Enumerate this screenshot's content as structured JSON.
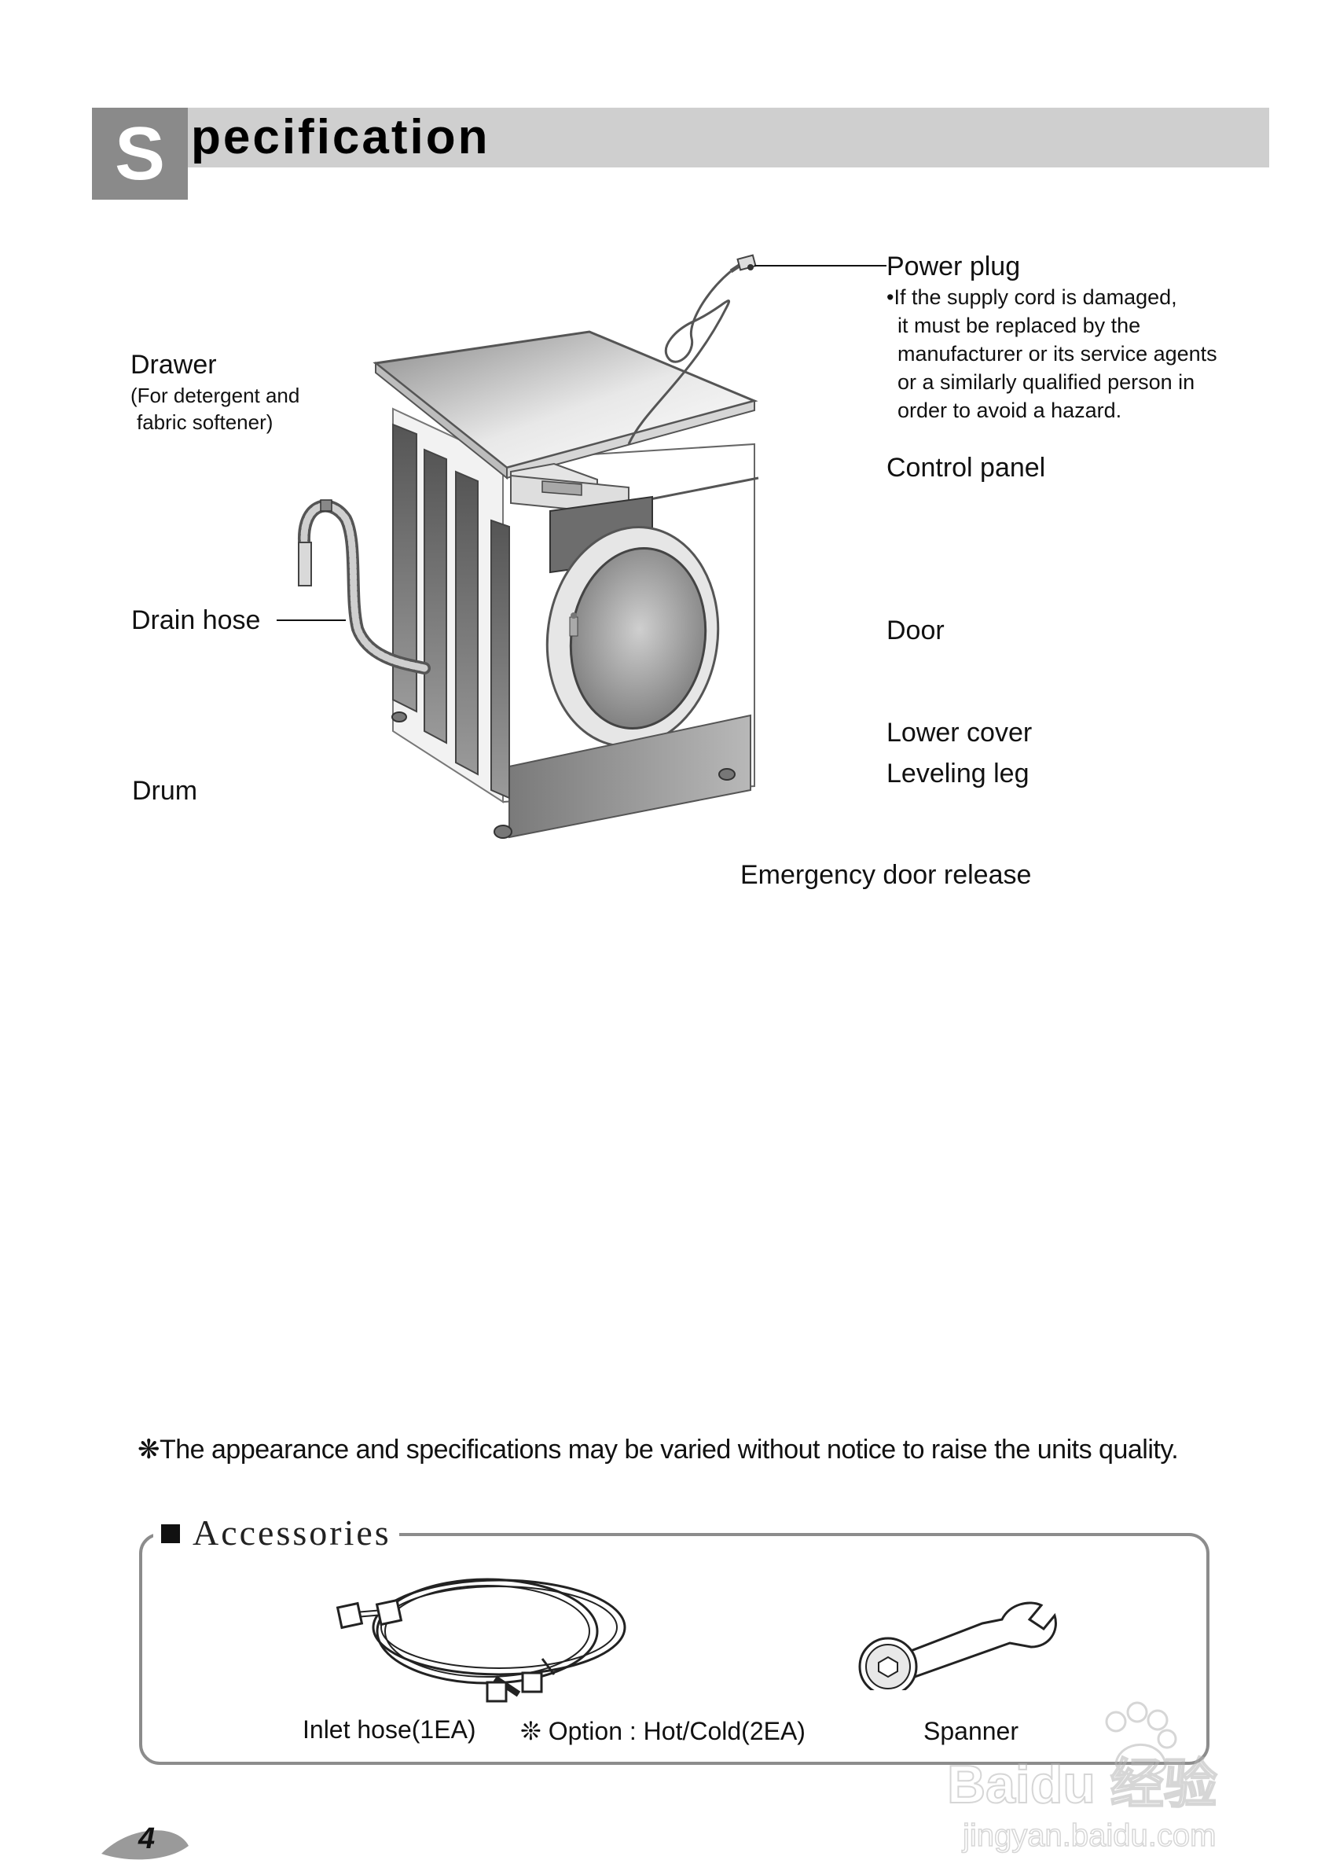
{
  "header": {
    "initial": "S",
    "rest": "pecification"
  },
  "labels": {
    "power_plug": "Power plug",
    "power_note": [
      "•If the supply cord is damaged,",
      "it must be replaced by the",
      "manufacturer or its service agents",
      "or a similarly qualified person in",
      "order to avoid a hazard."
    ],
    "drawer": "Drawer",
    "drawer_note_1": "(For detergent and",
    "drawer_note_2": "fabric softener)",
    "control_panel": "Control panel",
    "drain_hose": "Drain hose",
    "door": "Door",
    "lower_cover": "Lower cover",
    "leveling_leg": "Leveling leg",
    "drum": "Drum",
    "emergency_door_release": "Emergency door release"
  },
  "footnote": "❋The appearance and specifications may be varied without notice to raise the units quality.",
  "accessories": {
    "title": "Accessories",
    "inlet_hose": "Inlet hose(1EA)",
    "option": "❊ Option : Hot/Cold(2EA)",
    "spanner": "Spanner"
  },
  "page_number": "4",
  "watermark": {
    "brand": "Baidu 经验",
    "url": "jingyan.baidu.com"
  },
  "colors": {
    "header_bar": "#cfcfcf",
    "header_s_block": "#8a8a8a",
    "box_border": "#8c8c8c"
  }
}
